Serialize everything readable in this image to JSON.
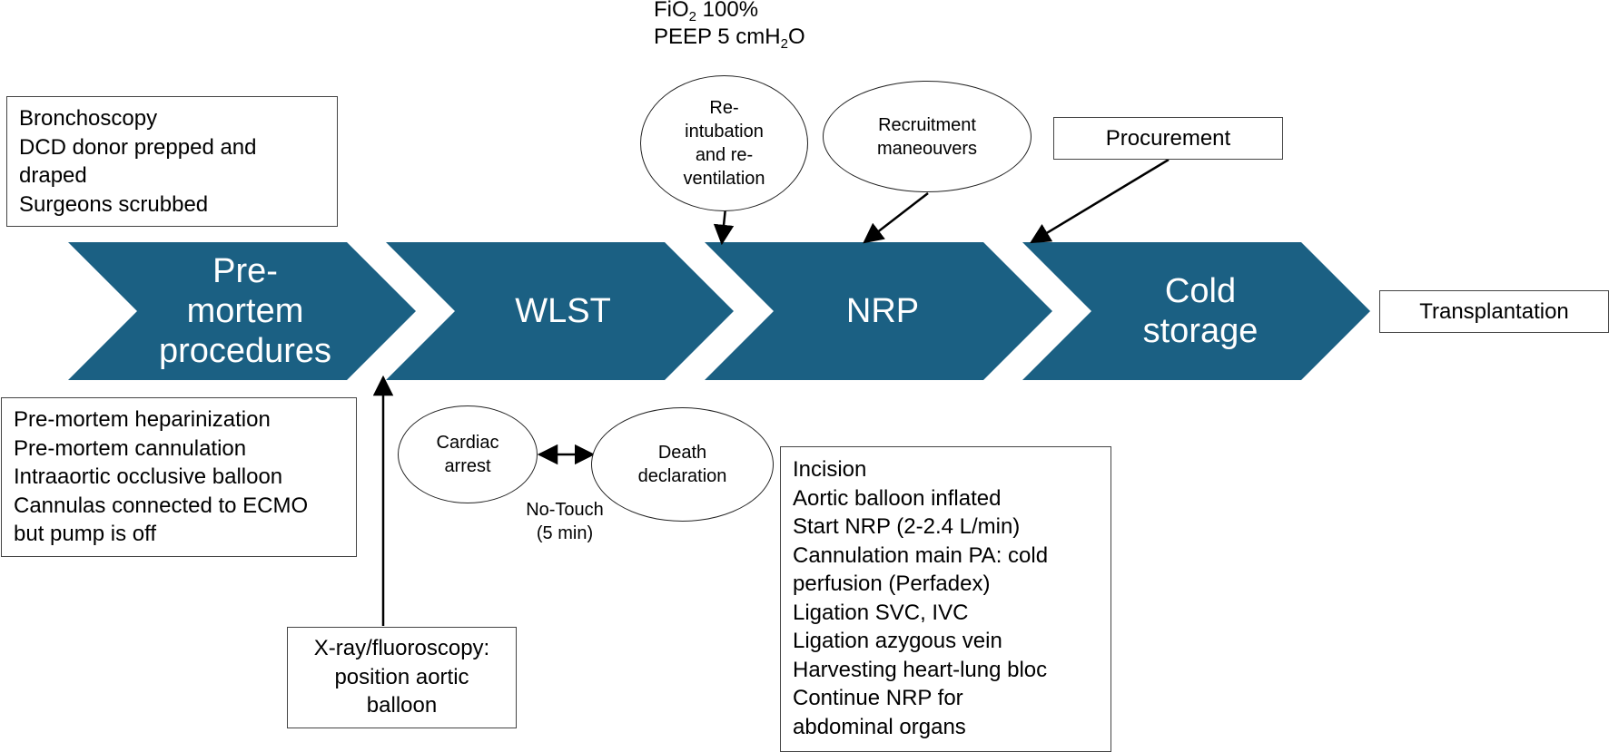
{
  "colors": {
    "chevron": "#1b6083",
    "text_on_chevron": "#ffffff",
    "border": "#444444"
  },
  "chevrons": [
    {
      "lines": [
        "Pre-",
        "mortem",
        "procedures"
      ]
    },
    {
      "lines": [
        "WLST"
      ]
    },
    {
      "lines": [
        "NRP"
      ]
    },
    {
      "lines": [
        "Cold",
        "storage"
      ]
    }
  ],
  "ventilation": {
    "fio2_prefix": "FiO",
    "fio2_sub": "2",
    "fio2_value": " 100%",
    "peep_prefix": "PEEP 5 cmH",
    "peep_sub": "2",
    "peep_suffix": "O"
  },
  "pre_mortem_top_box": {
    "lines": [
      "Bronchoscopy",
      "DCD donor prepped and",
      "draped",
      "Surgeons scrubbed"
    ]
  },
  "pre_mortem_bottom_box": {
    "lines": [
      "Pre-mortem heparinization",
      "Pre-mortem cannulation",
      "Intraaortic occlusive balloon",
      "Cannulas connected to ECMO",
      "but pump is off"
    ]
  },
  "xray_box": {
    "lines": [
      "X-ray/fluoroscopy:",
      "position aortic",
      "balloon"
    ]
  },
  "reintubation": {
    "lines": [
      "Re-",
      "intubation",
      "and re-",
      "ventilation"
    ]
  },
  "recruitment": {
    "lines": [
      "Recruitment",
      "maneouvers"
    ]
  },
  "procurement": {
    "label": "Procurement"
  },
  "transplantation": {
    "label": "Transplantation"
  },
  "cardiac_arrest": {
    "lines": [
      "Cardiac",
      "arrest"
    ]
  },
  "death_declaration": {
    "lines": [
      "Death",
      "declaration"
    ]
  },
  "no_touch": {
    "lines": [
      "No-Touch",
      "(5 min)"
    ]
  },
  "nrp_steps_box": {
    "lines": [
      "Incision",
      "Aortic balloon inflated",
      "Start NRP (2-2.4 L/min)",
      "Cannulation main PA: cold",
      "perfusion (Perfadex)",
      "Ligation SVC, IVC",
      "Ligation azygous vein",
      "Harvesting heart-lung bloc",
      "Continue NRP for",
      "abdominal organs"
    ]
  }
}
